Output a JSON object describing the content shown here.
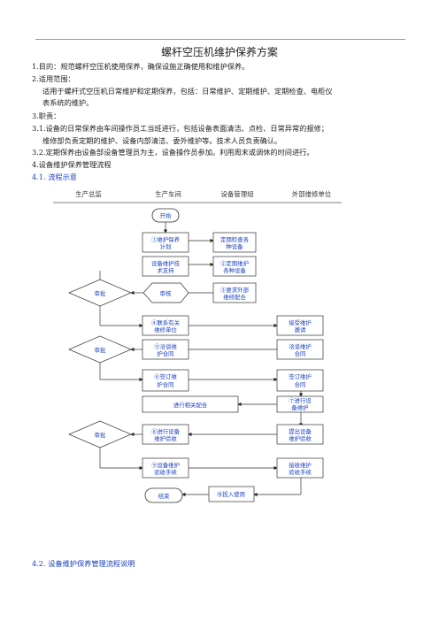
{
  "doc": {
    "title": "螺杆空压机维护保养方案",
    "lines": [
      "1.目的：规范螺杆空压机使用保养，确保设施正确使用和维护保养。",
      "2.适用范围：",
      "适用于螺杆式空压机日常维护和定期保养，包括：日常维护、定期维护、定期检查、电柜仪",
      "表系统的维护。",
      "3.职责：",
      "3.1.设备的日常保养由车间操作员工当班进行，包括设备表面清洁、点检、日常异常的报修；",
      "维修部负责定期的维护、设备内部清洁、委外维护等。技术人员负责确认。",
      "3.2.定期保养由设备部设备管理员为主，设备操作员参加。利用周末或调休的时间进行。",
      "4.设备维护保养管理流程"
    ],
    "section_41": "4.1. 流程示意",
    "section_42": "4.2. 设备维护保养管理流程说明"
  },
  "flow": {
    "headers": [
      "生产总监",
      "生产车间",
      "设备管理组",
      "外部维修单位"
    ],
    "start": "开始",
    "end": "结束",
    "nodes": {
      "n1": [
        "①维护保养",
        "计划"
      ],
      "n_check": [
        "定期检查各",
        "种设备"
      ],
      "n_tech": [
        "设备维护技",
        "术支持"
      ],
      "n2": [
        "②定期维护",
        "各种设备"
      ],
      "n_review": [
        "审核"
      ],
      "n3": [
        "③要求外部",
        "维修配合"
      ],
      "n4": [
        "④联系有关",
        "维修单位"
      ],
      "n_accept_invite": [
        "接受维护",
        "邀请"
      ],
      "n5": [
        "⑤洽谈维",
        "护合同"
      ],
      "n_negotiate": [
        "洽谈维护",
        "合同"
      ],
      "n6": [
        "⑥签订维",
        "护合同"
      ],
      "n_sign": [
        "签订维护",
        "合同"
      ],
      "n_coop": [
        "进行相关配合"
      ],
      "n7": [
        "⑦进行设",
        "备维护"
      ],
      "n8": [
        "⑧进行设备",
        "维护验收"
      ],
      "n_propose": [
        "提出设备",
        "维护验收"
      ],
      "n9": [
        "⑨设备维护",
        "验收手续"
      ],
      "n_receive": [
        "接收维护",
        "验收手续"
      ],
      "n10": [
        "⑩投入使用"
      ]
    },
    "approvals": [
      "审批",
      "审批",
      "审批"
    ]
  }
}
